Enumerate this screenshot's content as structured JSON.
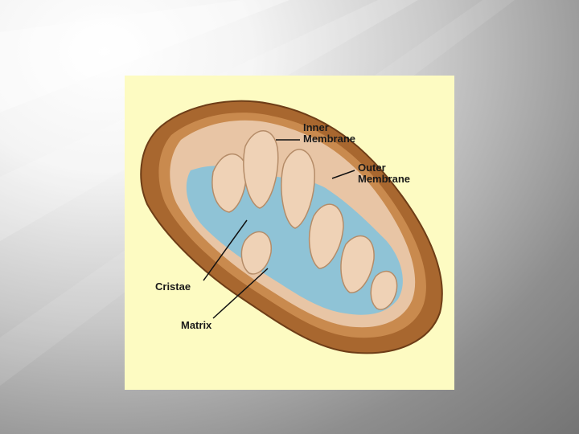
{
  "diagram": {
    "labels": {
      "inner_membrane": [
        "Inner",
        "Membrane"
      ],
      "outer_membrane": [
        "Outer",
        "Membrane"
      ],
      "cristae": "Cristae",
      "matrix": "Matrix"
    }
  },
  "colors": {
    "slide_bg": "#8e8e8e",
    "image_bg": "#fdfbc2",
    "outer_membrane": "#a8672f",
    "inner_membrane": "#e8c5a5",
    "matrix": "#8fc3d6",
    "leader_lines": "#111111"
  }
}
